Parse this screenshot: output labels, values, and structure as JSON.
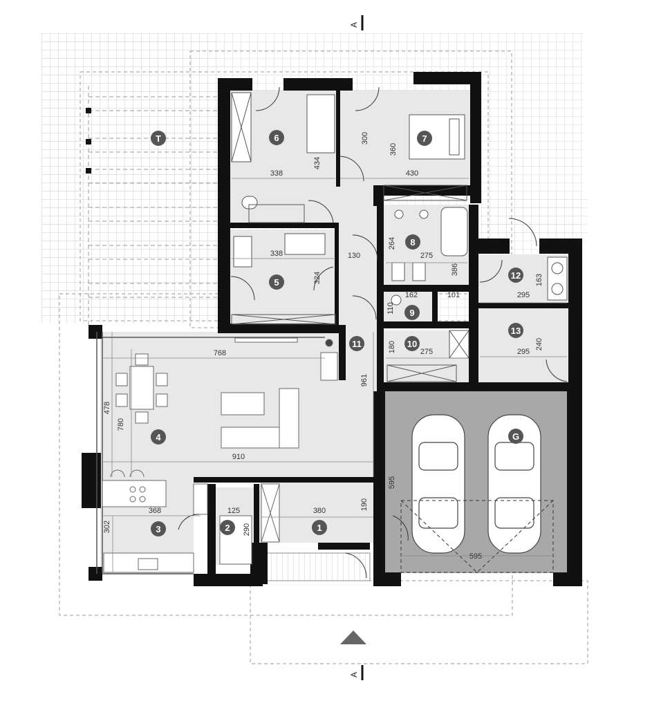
{
  "section_marker": {
    "top": "A",
    "bottom": "A"
  },
  "rooms": [
    {
      "id": "T"
    },
    {
      "id": "1"
    },
    {
      "id": "2"
    },
    {
      "id": "3"
    },
    {
      "id": "4"
    },
    {
      "id": "5"
    },
    {
      "id": "6"
    },
    {
      "id": "7"
    },
    {
      "id": "8"
    },
    {
      "id": "9"
    },
    {
      "id": "10"
    },
    {
      "id": "11"
    },
    {
      "id": "12"
    },
    {
      "id": "13"
    },
    {
      "id": "G"
    }
  ],
  "dimensions": {
    "r6_w": "338",
    "r6_h": "434",
    "r7_w": "430",
    "r7_h1": "300",
    "r7_h2": "360",
    "r5_w": "338",
    "r5_h": "324",
    "hall_w": "130",
    "r8_w": "275",
    "r8_h1": "264",
    "r8_h2": "386",
    "r9_w1": "162",
    "r9_w2": "101",
    "r9_h": "110",
    "r10_w": "275",
    "r10_h": "180",
    "r11_h": "961",
    "r12_w": "295",
    "r12_h": "163",
    "r13_w": "295",
    "r13_h": "240",
    "r4_w1": "768",
    "r4_h1": "478",
    "r4_h2": "780",
    "r4_w2": "910",
    "r3_w": "368",
    "r3_h": "302",
    "r2_w": "125",
    "r2_h": "290",
    "r1_w": "380",
    "r1_h": "190",
    "g_h": "595",
    "g_w": "595"
  }
}
